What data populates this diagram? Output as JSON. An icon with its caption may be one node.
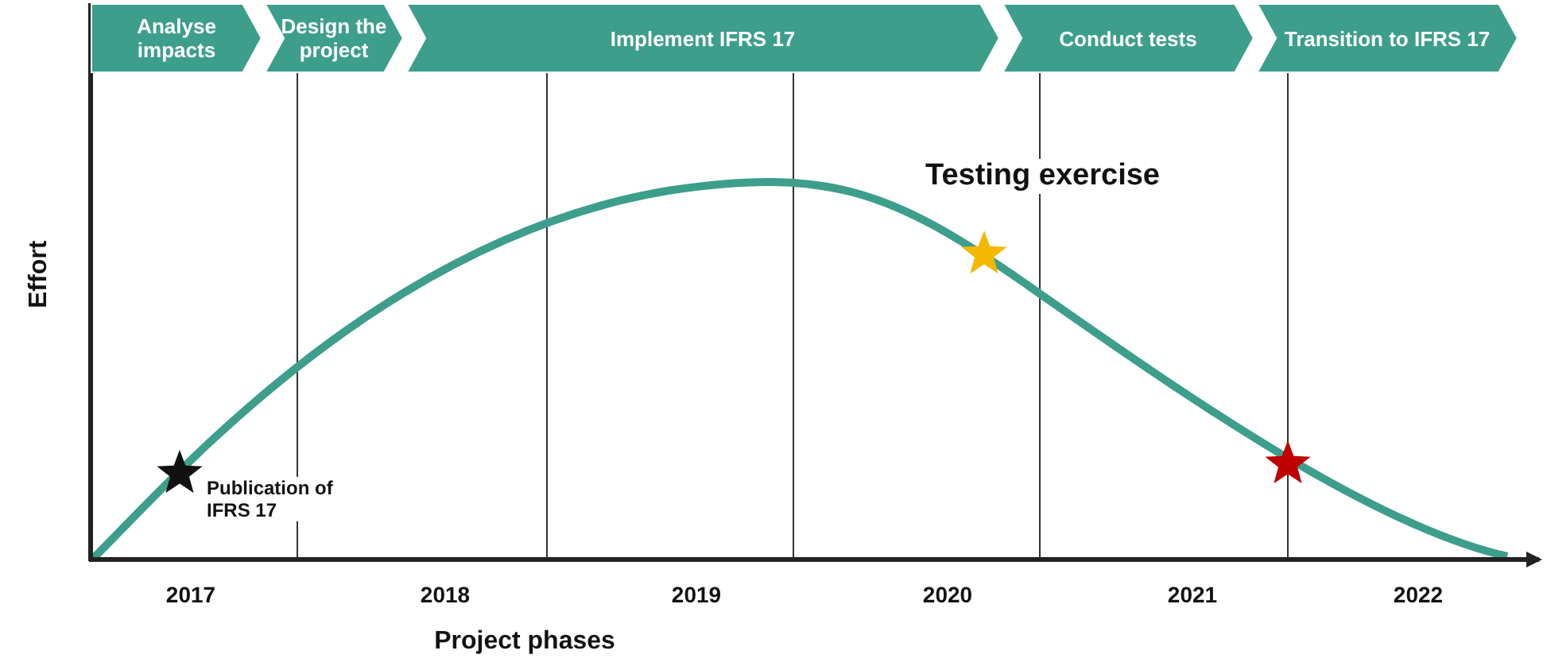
{
  "diagram": {
    "nodes": [
      {
        "text": [
          "Analyse impacts"
        ]
      },
      {
        "text": [
          "Design the project"
        ]
      },
      {
        "text": [
          "Implement IFRS 17"
        ]
      },
      {
        "text": [
          "Conduct tests"
        ]
      },
      {
        "text": [
          "Transition to IFRS 17"
        ]
      }
    ],
    "labels": [
      "Testing exercise",
      "Effort",
      "Publication of IFRS 17",
      "2017",
      "2018",
      "2019",
      "2020",
      "2021",
      "2022",
      "Project phases"
    ]
  }
}
